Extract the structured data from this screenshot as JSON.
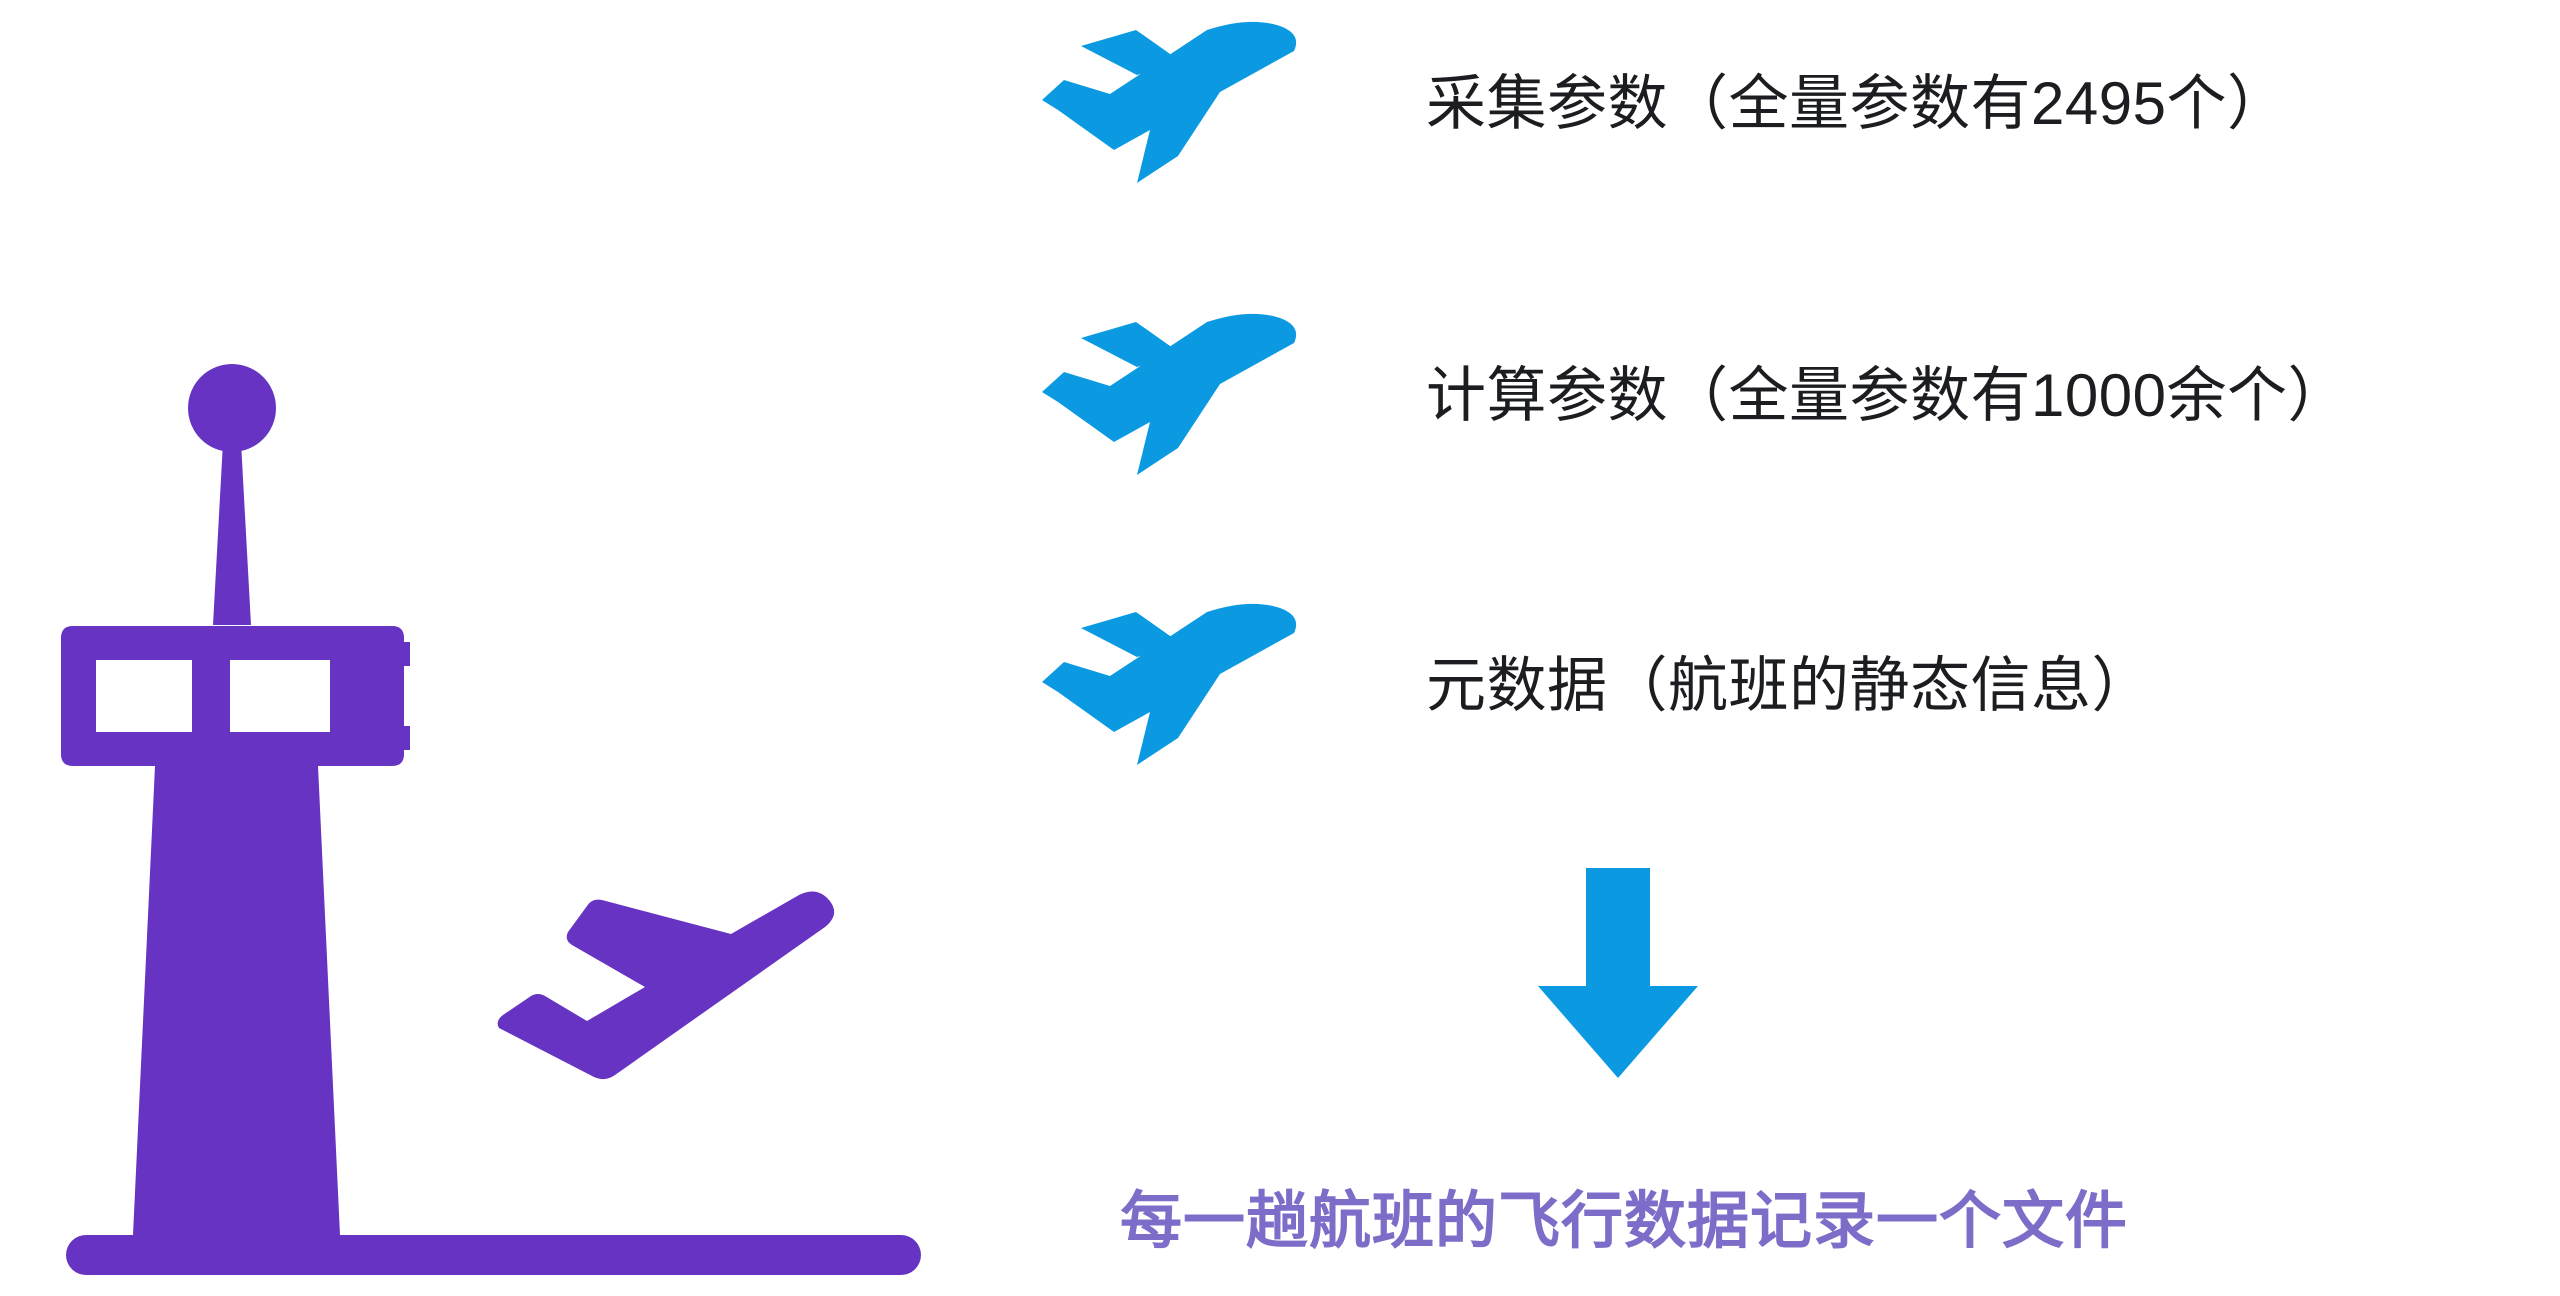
{
  "slide": {
    "background_color": "#ffffff",
    "accent_blue": "#0b9ae2",
    "accent_purple": "#6733c3",
    "conclusion_purple": "#7e6cc9",
    "text_color": "#1b1d21"
  },
  "illustration": {
    "tower_name": "air-traffic-control-tower",
    "plane_name": "departing-airplane",
    "color": "#6733c3"
  },
  "data_list": {
    "items": [
      {
        "icon": "airplane-takeoff-icon",
        "label": "采集参数（全量参数有2495个）",
        "category": "采集参数",
        "detail": "全量参数有2495个",
        "count": "2495"
      },
      {
        "icon": "airplane-takeoff-icon",
        "label": "计算参数（全量参数有1000余个）",
        "category": "计算参数",
        "detail": "全量参数有1000余个",
        "count": "1000余"
      },
      {
        "icon": "airplane-takeoff-icon",
        "label": "元数据（航班的静态信息）",
        "category": "元数据",
        "detail": "航班的静态信息",
        "count": ""
      }
    ]
  },
  "arrow": {
    "icon": "arrow-down-icon",
    "color": "#0b9ae2",
    "direction": "down"
  },
  "conclusion": {
    "text": "每一趟航班的飞行数据记录一个文件",
    "color": "#7e6cc9"
  }
}
